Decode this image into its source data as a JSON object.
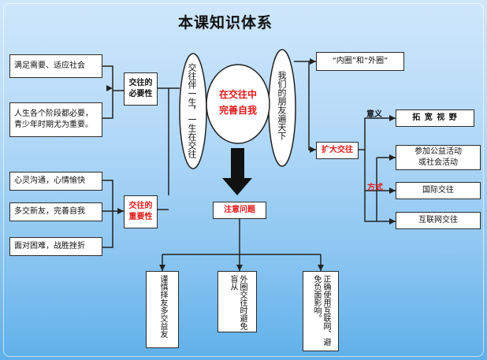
{
  "title": "本课知识体系",
  "center": {
    "line1": "在交往中",
    "line2": "完善自我"
  },
  "left_oval": "交往伴一生，一生在交往",
  "right_oval": "我们的朋友遍天下",
  "left_top": {
    "label_line1": "交往的",
    "label_line2": "必要性",
    "items": [
      "满足需要、适应社会",
      "人生各个阶段都必要，",
      "青少年时期尤为重要。"
    ]
  },
  "left_bottom": {
    "label_line1": "交往的",
    "label_line2": "重要性",
    "items": [
      "心灵沟通，心情愉快",
      "多交新友，完善自我",
      "面对困难，战胜挫折"
    ]
  },
  "right": {
    "circles": "“内圈”和“外圈”",
    "expand": "扩大交往",
    "meaning_label": "意义",
    "meaning_item": "拓 宽 视 野",
    "method_label": "方式",
    "method_items": [
      "参加公益活动",
      "或社会活动",
      "国际交往",
      "互联网交往"
    ]
  },
  "notes": {
    "label": "注意问题",
    "items": [
      "谨慎择友多交益友",
      "外圈交往时避免盲从",
      "正确使用互联网、避免负面影响。"
    ]
  }
}
